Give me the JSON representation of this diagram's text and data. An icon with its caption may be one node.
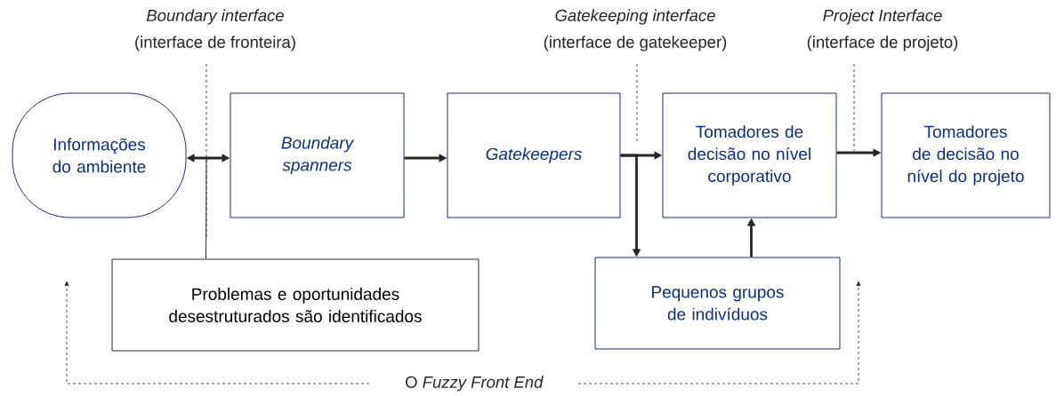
{
  "diagram": {
    "nodes": [
      {
        "text": [
          "Informações do ambiente"
        ]
      },
      {
        "text": [
          "Boundary spanners"
        ]
      },
      {
        "text": [
          "Gatekeepers"
        ]
      },
      {
        "text": [
          "Tomadores de decisão no nível corporativo"
        ]
      },
      {
        "text": [
          "Tomadores de decisão no nível do projeto"
        ]
      },
      {
        "text": [
          "Problemas e oportunidades desestruturados são identificados"
        ]
      },
      {
        "text": [
          "Pequenos grupos de indivíduos"
        ]
      }
    ],
    "edges": [
      {
        "from": 0,
        "to": 1,
        "arrow": "both"
      },
      {
        "from": 1,
        "to": 2,
        "arrow": "to"
      },
      {
        "from": 2,
        "to": 3,
        "arrow": "to"
      },
      {
        "from": 2,
        "to": 6,
        "arrow": "to"
      },
      {
        "from": 6,
        "to": 3,
        "arrow": "to"
      },
      {
        "from": 3,
        "to": 4,
        "arrow": "to"
      },
      {
        "from": 5,
        "to": null,
        "arrow": "none"
      }
    ],
    "labels": [
      "Boundary interface",
      "(interface de fronteira)",
      "Gatekeeping interface",
      "(interface de gatekeeper)",
      "Project Interface",
      "(interface de projeto)",
      "O *Fuzzy Front End*"
    ]
  }
}
